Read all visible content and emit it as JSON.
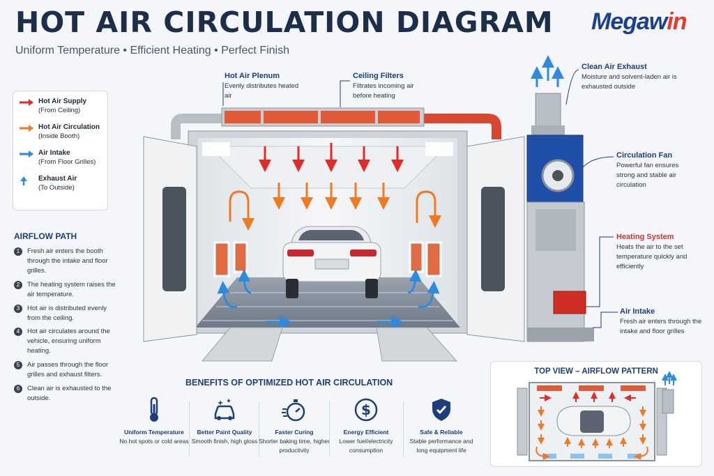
{
  "header": {
    "title": "HOT AIR CIRCULATION DIAGRAM",
    "subtitle": "Uniform Temperature • Efficient Heating • Perfect Finish",
    "brand_main": "Megaw",
    "brand_accent": "in"
  },
  "legend": [
    {
      "title": "Hot Air Supply",
      "sub": "(From Ceiling)",
      "color": "#e02b26",
      "icon": "arrow-right-icon"
    },
    {
      "title": "Hot Air Circulation",
      "sub": "(Inside Booth)",
      "color": "#f07a22",
      "icon": "arrow-right-icon"
    },
    {
      "title": "Air Intake",
      "sub": "(From Floor Grilles)",
      "color": "#2e8ae0",
      "icon": "arrow-right-icon"
    },
    {
      "title": "Exhaust Air",
      "sub": "(To Outside)",
      "color": "#2e8ae0",
      "icon": "arrow-up-icon"
    }
  ],
  "airflow": {
    "title": "AIRFLOW PATH",
    "steps": [
      {
        "num": "1",
        "text": "Fresh air enters the booth through the intake and floor grilles."
      },
      {
        "num": "2",
        "text": "The heating system raises the air temperature."
      },
      {
        "num": "3",
        "text": "Hot air is distributed evenly from the ceiling."
      },
      {
        "num": "4",
        "text": "Hot air circulates around the vehicle, ensuring uniform heating."
      },
      {
        "num": "5",
        "text": "Air passes through the floor grilles and exhaust filters."
      },
      {
        "num": "6",
        "text": "Clean air is exhausted to the outside."
      }
    ]
  },
  "callouts": {
    "plenum": {
      "title": "Hot Air Plenum",
      "text": "Evenly distributes heated air"
    },
    "filters": {
      "title": "Ceiling Filters",
      "text": "Filtrates incoming air before heating"
    },
    "exhaust": {
      "title": "Clean Air Exhaust",
      "text": "Moisture and solvent-laden air is exhausted outside"
    },
    "fan": {
      "title": "Circulation Fan",
      "text": "Powerful fan ensures strong and stable air circulation"
    },
    "heating": {
      "title": "Heating System",
      "text": "Heats the air to the set temperature quickly and efficiently"
    },
    "intake": {
      "title": "Air Intake",
      "text": "Fresh air enters through the intake and floor grilles"
    }
  },
  "benefits": {
    "title": "BENEFITS OF OPTIMIZED HOT AIR CIRCULATION",
    "items": [
      {
        "title": "Uniform Temperature",
        "text": "No hot spots or cold areas",
        "icon": "thermometer-icon"
      },
      {
        "title": "Better Paint Quality",
        "text": "Smooth finish, high gloss",
        "icon": "car-sparkle-icon"
      },
      {
        "title": "Faster Curing",
        "text": "Shorter baking time, higher productivity",
        "icon": "stopwatch-icon"
      },
      {
        "title": "Energy Efficient",
        "text": "Lower fuel/electricity consumption",
        "icon": "dollar-icon"
      },
      {
        "title": "Safe & Reliable",
        "text": "Stable performance and long equipment life",
        "icon": "shield-check-icon"
      }
    ]
  },
  "topview": {
    "title": "TOP VIEW – AIRFLOW PATTERN"
  },
  "colors": {
    "navy": "#1c3e7a",
    "red": "#e02b26",
    "orange": "#f07a22",
    "blue": "#2e8ae0"
  }
}
